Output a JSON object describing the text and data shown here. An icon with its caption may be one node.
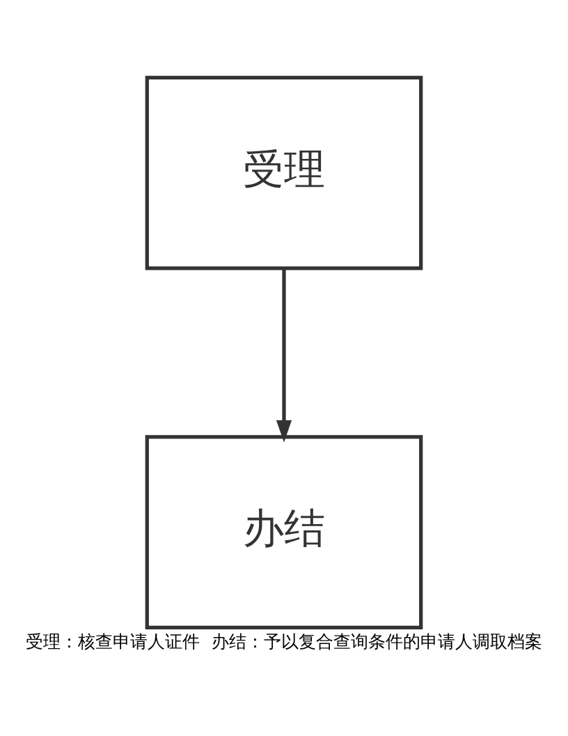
{
  "diagram": {
    "caption": "受理：核查申请人证件  办结：予以复合查询条件的申请人调取档案",
    "nodes": [
      {
        "text": [
          "受理"
        ]
      },
      {
        "text": [
          "办结"
        ]
      }
    ],
    "edges": [
      {
        "from": 0,
        "to": 1,
        "arrow": "to"
      }
    ]
  }
}
